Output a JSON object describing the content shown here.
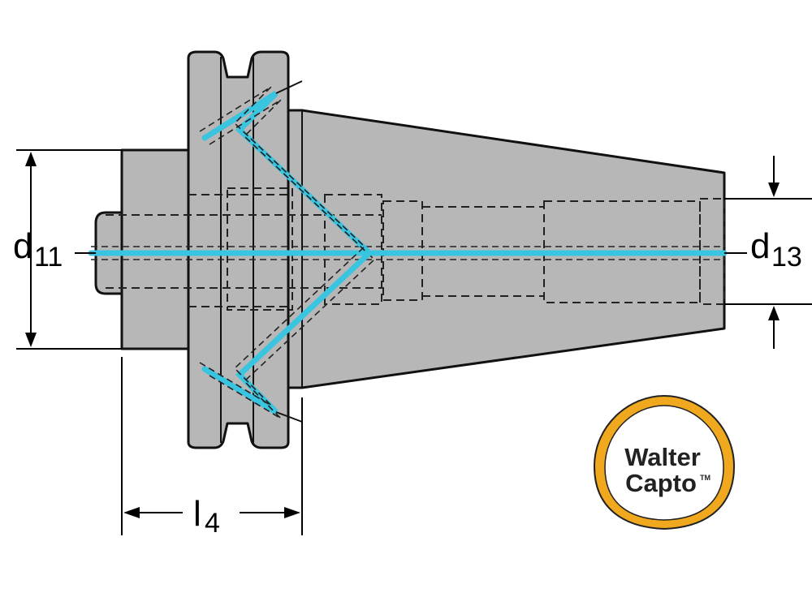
{
  "dimensions": {
    "d11": {
      "main": "d",
      "sub": "11"
    },
    "d13": {
      "main": "d",
      "sub": "13"
    },
    "l4": {
      "main": "l",
      "sub": "4"
    }
  },
  "logo": {
    "line1": "Walter",
    "line2": "Capto",
    "mark": "TM",
    "ring_color": "#f0a81e"
  },
  "colors": {
    "body": "#b7b7b7",
    "coolant": "#39c4e0",
    "outline": "#111111"
  }
}
